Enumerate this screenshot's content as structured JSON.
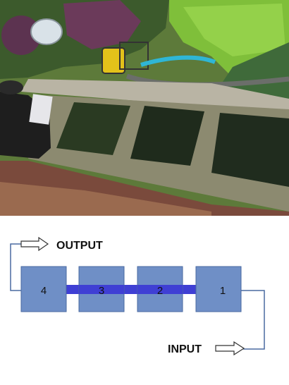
{
  "photo": {
    "description_icon": "pond-filter-photo-icon"
  },
  "diagram": {
    "output_label": "OUTPUT",
    "input_label": "INPUT",
    "tanks": [
      {
        "label": "4"
      },
      {
        "label": "3"
      },
      {
        "label": "2"
      },
      {
        "label": "1"
      }
    ],
    "colors": {
      "tank_fill": "#6f8fc6",
      "tank_border": "#4a6aa0",
      "connector": "#3f3fd4",
      "pipe_line": "#4a6aa0"
    }
  }
}
